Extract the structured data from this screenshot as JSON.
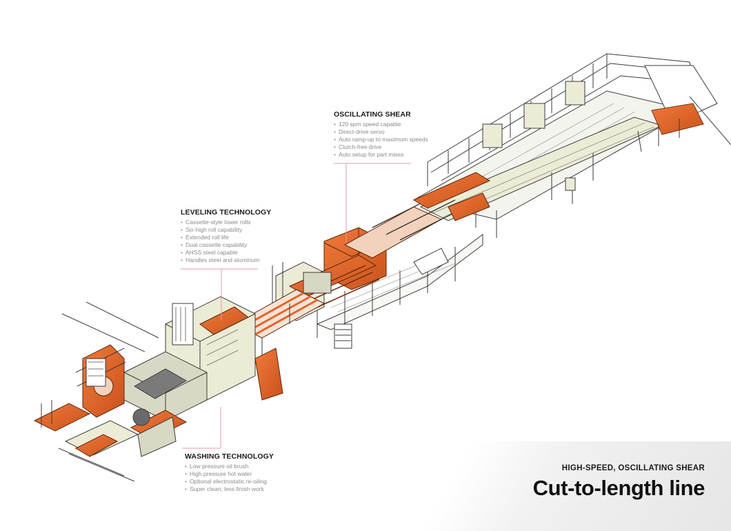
{
  "callouts": {
    "shear": {
      "heading": "OSCILLATING SHEAR",
      "items": [
        "120 spm speed capable",
        "Direct-drive servo",
        "Auto ramp-up to maximum speeds",
        "Clutch-free drive",
        "Auto setup for part mixes"
      ]
    },
    "leveling": {
      "heading": "LEVELING TECHNOLOGY",
      "items": [
        "Cassette-style lower rolls",
        "Six-high roll capability",
        "Extended roll life",
        "Dual cassette capability",
        "AHSS steel capable",
        "Handles steel and aluminum"
      ]
    },
    "washing": {
      "heading": "WASHING TECHNOLOGY",
      "items": [
        "Low pressure oil brush",
        "High pressure hot water",
        "Optional electrostatic re-oiling",
        "Super clean; less finish work"
      ]
    }
  },
  "title_block": {
    "subtitle": "HIGH-SPEED, OSCILLATING SHEAR",
    "title": "Cut-to-length line"
  },
  "colors": {
    "machine_orange": "#e2652a",
    "machine_cream": "#ecebd6",
    "line_work": "#3a3a3a",
    "leader_line": "#e39aa6"
  }
}
